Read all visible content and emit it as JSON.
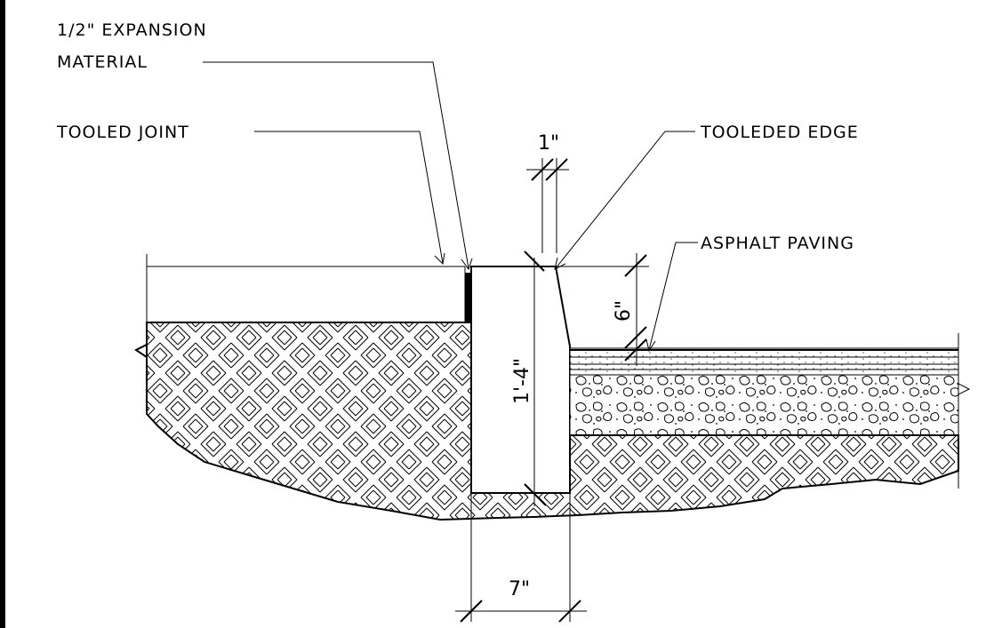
{
  "labels": {
    "expansion_line1": "1/2\" EXPANSION",
    "expansion_line2": "MATERIAL",
    "tooled_joint": "TOOLED JOINT",
    "tooled_edge": "TOOLEDED EDGE",
    "asphalt_paving": "ASPHALT PAVING"
  },
  "dimensions": {
    "edge_offset": "1\"",
    "asphalt_depth": "6\"",
    "curb_depth": "1'-4\"",
    "curb_width": "7\""
  }
}
